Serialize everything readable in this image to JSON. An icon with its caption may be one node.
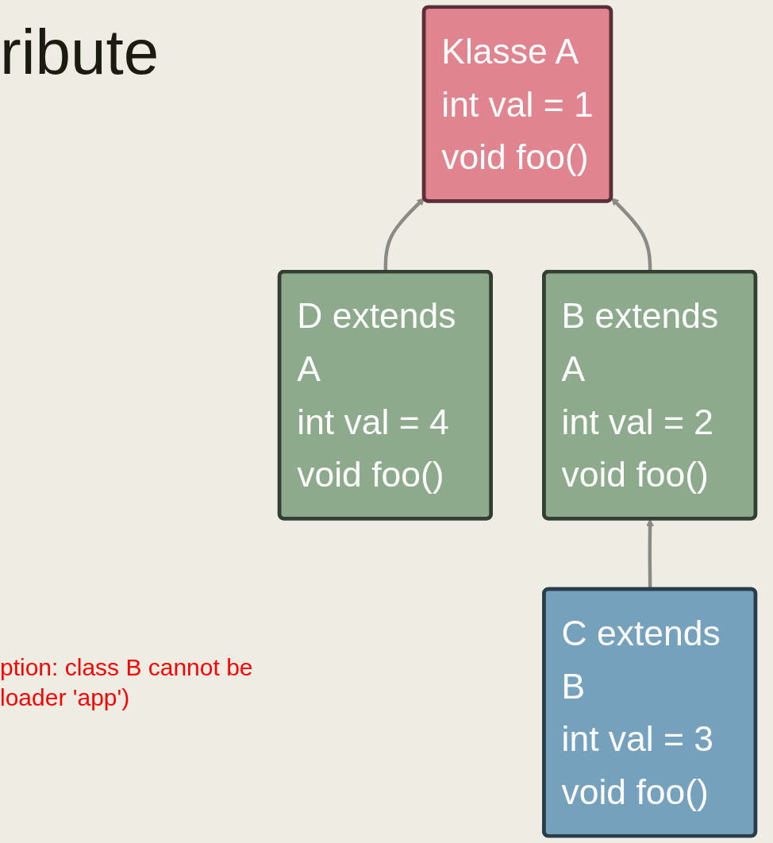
{
  "diagram": {
    "title": "ribute",
    "nodes": [
      {
        "text": [
          "Klasse A",
          "int val = 1",
          "void foo()"
        ]
      },
      {
        "text": [
          "D extends A",
          "int val = 4",
          "void foo()"
        ]
      },
      {
        "text": [
          "B extends A",
          "int val = 2",
          "void foo()"
        ]
      },
      {
        "text": [
          "C extends B",
          "int val = 3",
          "void foo()"
        ]
      }
    ],
    "edges": [
      {
        "from": 1,
        "to": 0,
        "arrow": "to"
      },
      {
        "from": 2,
        "to": 0,
        "arrow": "to"
      },
      {
        "from": 3,
        "to": 2,
        "arrow": "to"
      }
    ],
    "labels": [
      "ption: class B cannot be",
      "loader 'app')"
    ]
  }
}
